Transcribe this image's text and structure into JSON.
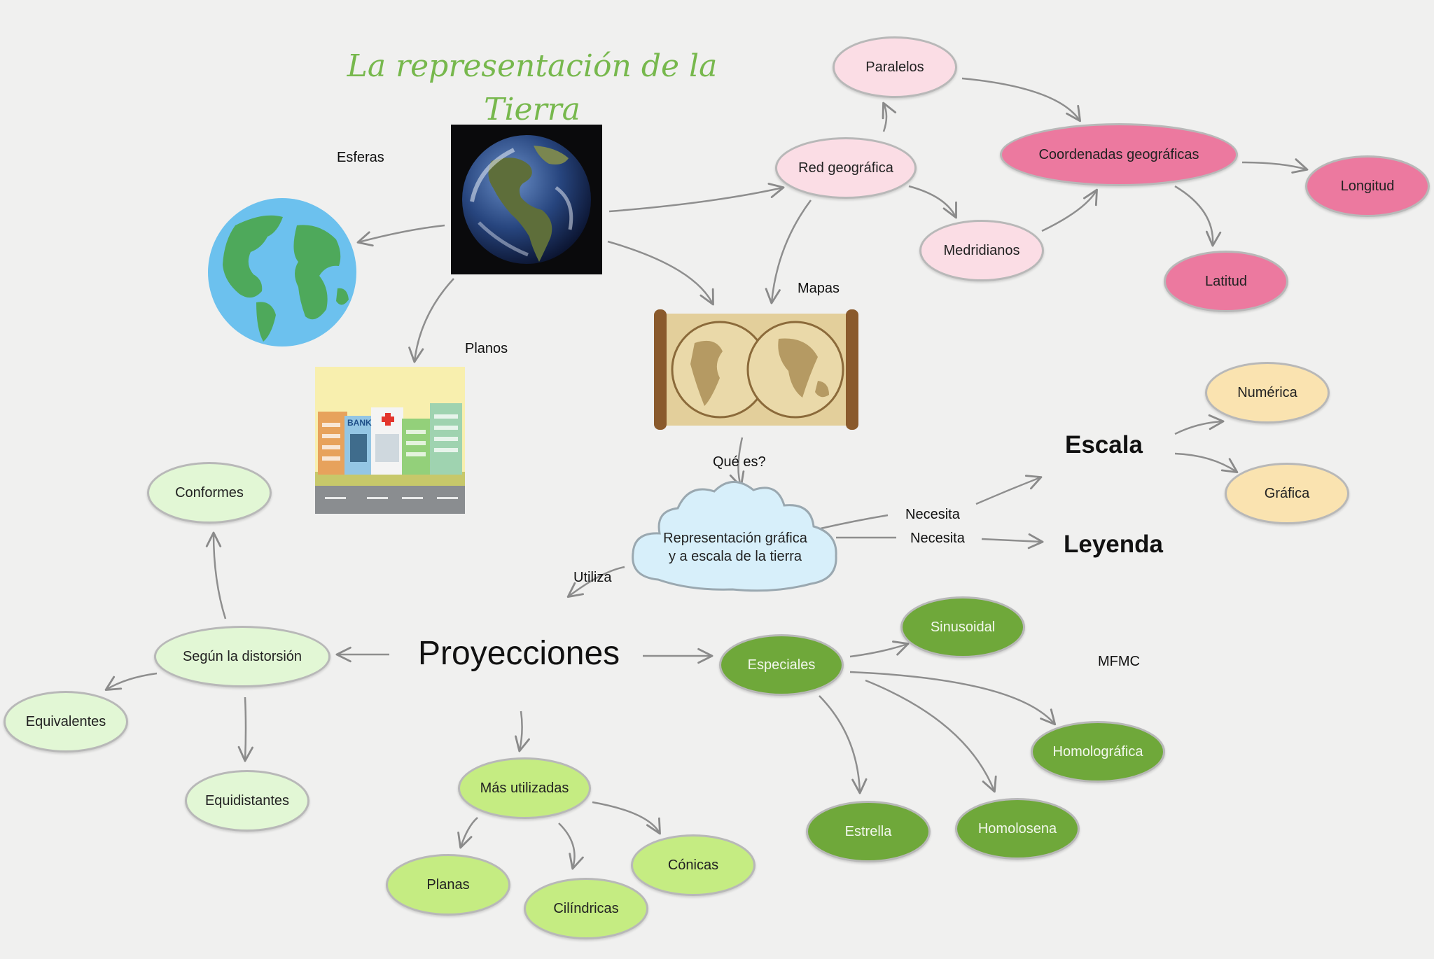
{
  "title": "La representación de la Tierra",
  "labels": {
    "esferas": "Esferas",
    "planos": "Planos",
    "mapas": "Mapas",
    "que_es": "Qué es?",
    "utiliza": "Utiliza",
    "necesita_1": "Necesita",
    "necesita_2": "Necesita",
    "mfmc": "MFMC"
  },
  "headings": {
    "escala": "Escala",
    "leyenda": "Leyenda",
    "proyecciones": "Proyecciones"
  },
  "cloud": {
    "line1": "Representación gráfica",
    "line2": "y a escala de la tierra"
  },
  "nodes": {
    "paralelos": "Paralelos",
    "red_geografica": "Red geográfica",
    "coordenadas": "Coordenadas geográficas",
    "longitud": "Longitud",
    "medridianos": "Medridianos",
    "latitud": "Latitud",
    "numerica": "Numérica",
    "grafica": "Gráfica",
    "conformes": "Conformes",
    "segun_distorsion": "Según la distorsión",
    "equivalentes": "Equivalentes",
    "equidistantes": "Equidistantes",
    "mas_utilizadas": "Más utilizadas",
    "planas": "Planas",
    "cilindricas": "Cilíndricas",
    "conicas": "Cónicas",
    "especiales": "Especiales",
    "sinusoidal": "Sinusoidal",
    "homolografica": "Homolográfica",
    "estrella": "Estrella",
    "homolosena": "Homolosena"
  },
  "images": {
    "earth_photo": "earth-photo-icon",
    "globe": "globe-icon",
    "city": "city-plan-icon",
    "map": "world-map-scroll-icon"
  },
  "colors": {
    "title": "#77b84d",
    "pink_light": "#fbdde5",
    "pink": "#ec799f",
    "yellow": "#fae3b0",
    "green_pale": "#e2f7d5",
    "green_lime": "#c5ec82",
    "green_dark": "#6fa83a",
    "cloud": "#d7effa"
  }
}
